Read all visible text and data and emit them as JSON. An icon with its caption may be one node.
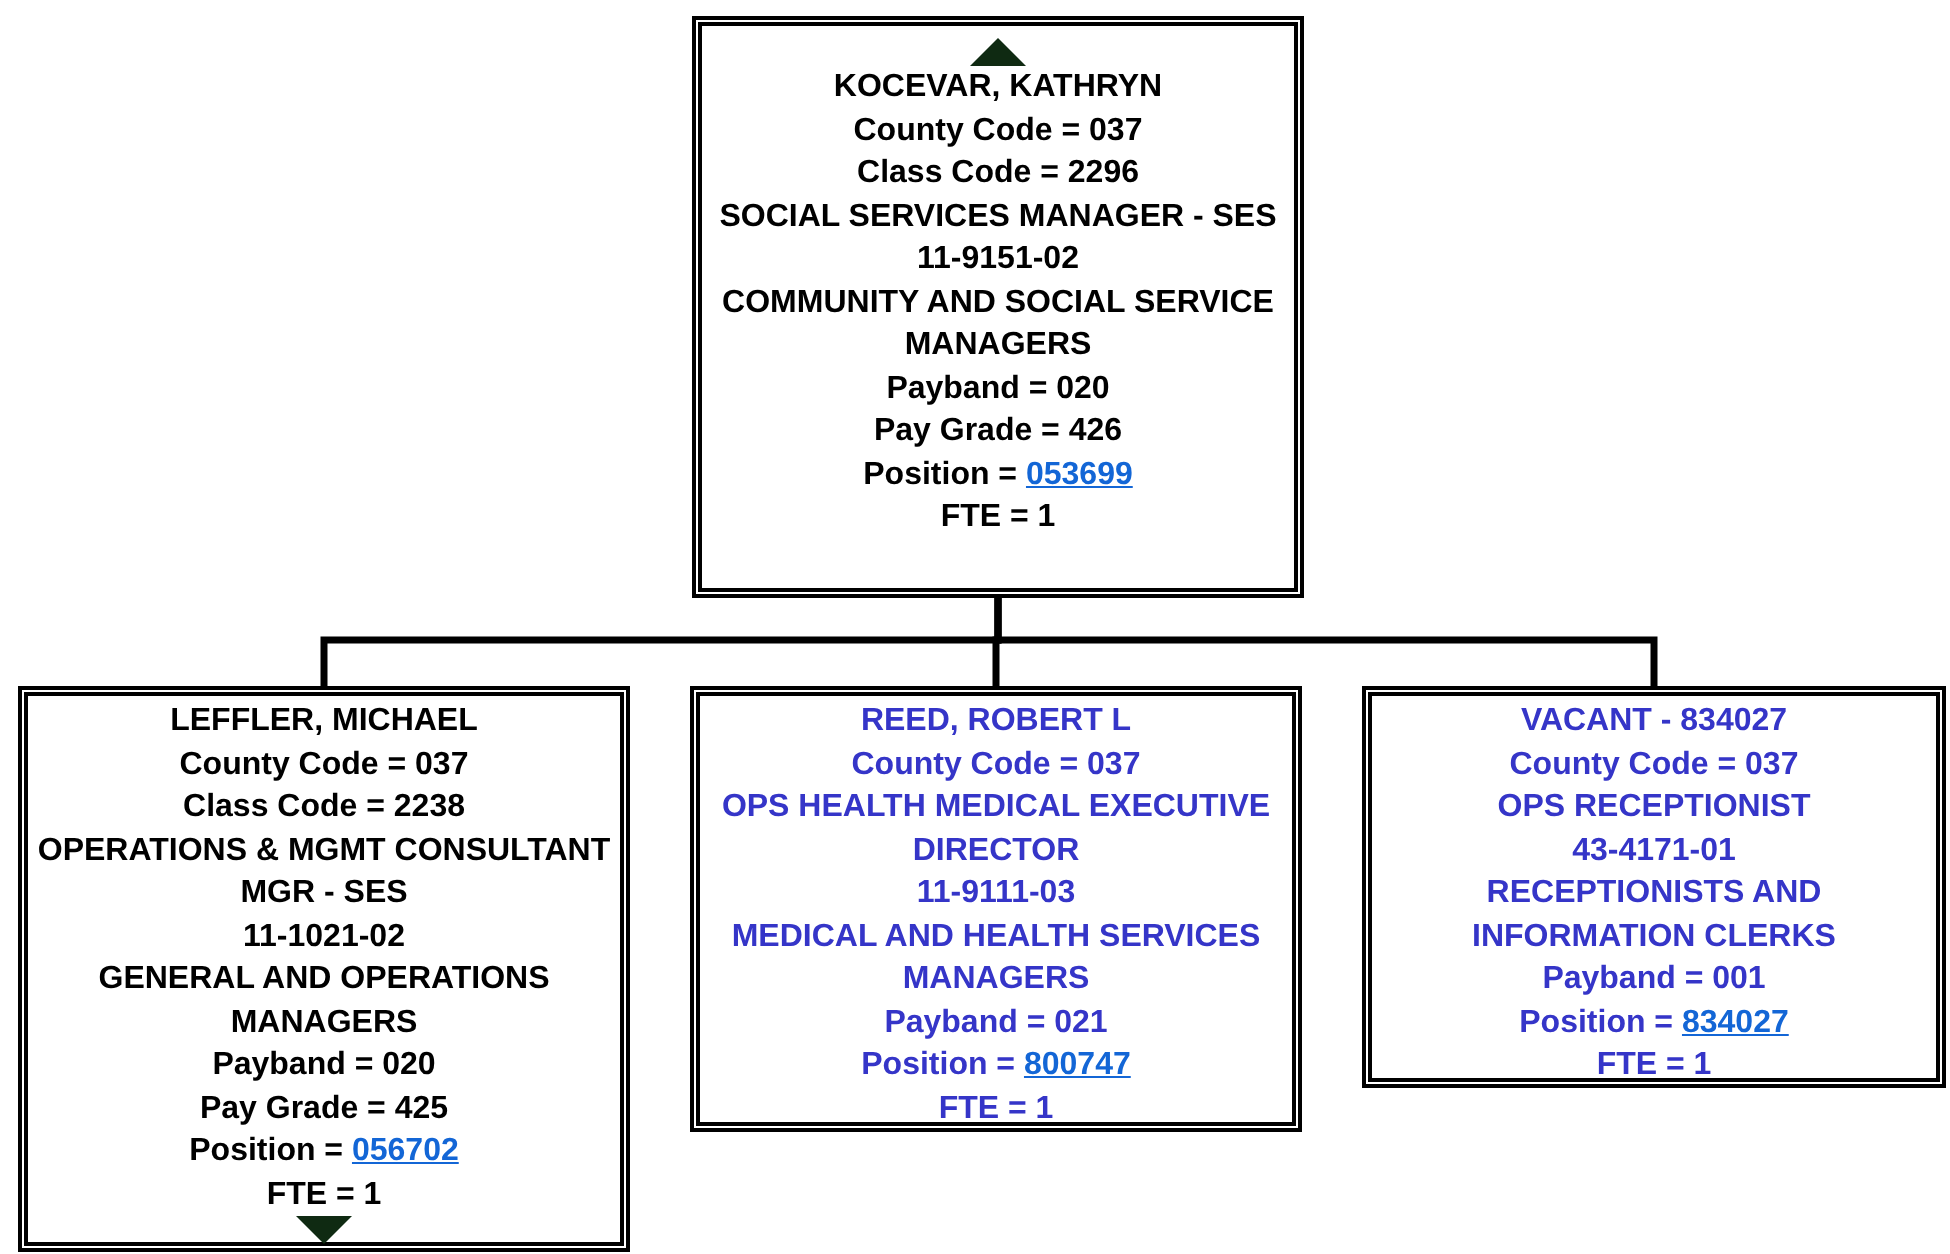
{
  "diagram": {
    "nodes": [
      {
        "text": [
          "KOCEVAR, KATHRYN",
          "County Code = 037",
          "Class Code = 2296",
          "SOCIAL SERVICES MANAGER - SES",
          "11-9151-02",
          "COMMUNITY AND SOCIAL SERVICE MANAGERS",
          "Payband = 020",
          "Pay Grade = 426",
          "Position =",
          "053699",
          "FTE = 1"
        ]
      },
      {
        "text": [
          "LEFFLER, MICHAEL",
          "County Code = 037",
          "Class Code = 2238",
          "OPERATIONS & MGMT CONSULTANT MGR - SES",
          "11-1021-02",
          "GENERAL AND OPERATIONS MANAGERS",
          "Payband = 020",
          "Pay Grade = 425",
          "Position =",
          "056702",
          "FTE = 1"
        ]
      },
      {
        "text": [
          "REED, ROBERT L",
          "County Code = 037",
          "OPS HEALTH MEDICAL EXECUTIVE DIRECTOR",
          "11-9111-03",
          "MEDICAL AND HEALTH SERVICES MANAGERS",
          "Payband = 021",
          "Position =",
          "800747",
          "FTE = 1"
        ]
      },
      {
        "text": [
          "VACANT - 834027",
          "County Code = 037",
          "OPS RECEPTIONIST",
          "43-4171-01",
          "RECEPTIONISTS AND INFORMATION CLERKS",
          "Payband = 001",
          "Position =",
          "834027",
          "FTE = 1"
        ]
      }
    ],
    "edges": [
      {
        "from": 0,
        "to": 1,
        "arrow": "none"
      },
      {
        "from": 0,
        "to": 2,
        "arrow": "none"
      },
      {
        "from": 0,
        "to": 3,
        "arrow": "none"
      }
    ]
  }
}
